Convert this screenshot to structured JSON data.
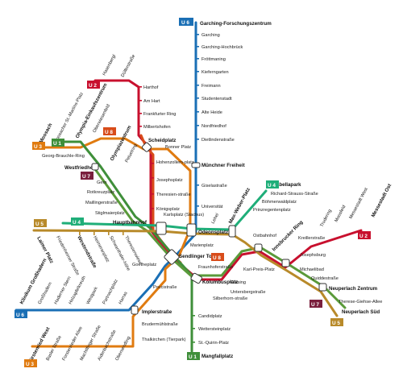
{
  "colors": {
    "U1": "#3f8f3a",
    "U2": "#c8102e",
    "U3": "#e07b10",
    "U4": "#1fae79",
    "U5": "#b88a2a",
    "U6": "#1a6fb5",
    "U7": "#5a9a3a",
    "U8": "#d84c1a"
  },
  "line_badges": {
    "u6_north": "U 6",
    "u2_north": "U 2",
    "u3_north": "U 3",
    "u1_north": "U 1",
    "u8_north": "U 8",
    "u7_west": "U 7",
    "u5_west": "U 5",
    "u4_west": "U 4",
    "u4_east": "U 4",
    "u8_mid": "U 8",
    "u2_east": "U 2",
    "u7_east": "U 7",
    "u5_east": "U 5",
    "u6_south": "U 6",
    "u3_south": "U 3",
    "u1_south": "U 1"
  },
  "u6_line": [
    "Garching-Forschungszentrum",
    "Garching",
    "Garching-Hochbrück",
    "Fröttmaning",
    "Kieferngarten",
    "Freimann",
    "Studentenstadt",
    "Alte Heide",
    "Nordfriedhof",
    "Dietlindenstraße",
    "Münchner Freiheit",
    "Giselastraße",
    "Universität"
  ],
  "u3_north_line": [
    "Hasenbergl",
    "Dülferstraße",
    "Harthof",
    "Am Hart",
    "Frankfurter Ring",
    "Milbertshofen",
    "Scheidplatz",
    "Hohenzollern-platz",
    "Josephsplatz",
    "Theresien-straße",
    "Königsplatz",
    "Bonner Platz"
  ],
  "u3_west_line": [
    "Moosach",
    "Moosacher St.-Martins-Platz",
    "Olympia-Einkaufszentrum",
    "Oberwiesenfeld",
    "Olympiazentrum",
    "Petuelring"
  ],
  "u1_u7_west": [
    "Georg-Brauchle-Ring",
    "Westfriedhof",
    "Gern",
    "Rotkreuzplatz",
    "Maillingerstraße",
    "Stiglmaierplatz",
    "Hauptbahnhof"
  ],
  "u4_u5_west": [
    "Laimer Platz",
    "Friedenheimer Straße",
    "Westendstraße",
    "Heimeranplatz",
    "Schwanthaler-höhe",
    "Theresienwiese"
  ],
  "center": [
    "Karlsplatz (Stachus)",
    "Odeonsplatz",
    "Marienplatz",
    "Sendlinger Tor",
    "Goetheplatz",
    "Poccistraße",
    "Fraunhoferstraße",
    "Kolumbusplatz",
    "Lehel",
    "Max-Weber-Platz"
  ],
  "u4_east": [
    "Prinzregentenplatz",
    "Böhmerwaldplatz",
    "Richard-Strauss-Straße",
    "Arabellapark"
  ],
  "u2_east": [
    "Ostbahnhof",
    "Innsbrucker Ring",
    "Kreillerstraße",
    "Trudering",
    "Moosfeld",
    "Messestadt West",
    "Messestadt Ost"
  ],
  "u5_u7_east": [
    "Josephsburg",
    "Michaelibad",
    "Quiddestraße",
    "Neuperlach Zentrum",
    "Therese-Giehse-Allee",
    "Neuperlach Süd"
  ],
  "u2_u7_south_east": [
    "Karl-Preis-Platz",
    "Giesing",
    "Untersbergstraße",
    "Silberhorn-straße"
  ],
  "u1_south": [
    "Candidplatz",
    "Wettersteinplatz",
    "St.-Quirin-Platz",
    "Mangfallplatz"
  ],
  "u6_southwest": [
    "Klinikum Großhadern",
    "Großhadern",
    "Haderner Stern",
    "Holzapfelkreuth",
    "Westpark",
    "Partnachplatz",
    "Harras",
    "Implerstraße"
  ],
  "u3_southwest": [
    "Fürstenried West",
    "Basler Straße",
    "Forstenrieder Allee",
    "Machtlfinger Straße",
    "Aidenbachstraße",
    "Obersendling",
    "Thalkirchen (Tierpark)",
    "Brudermühlstraße"
  ]
}
